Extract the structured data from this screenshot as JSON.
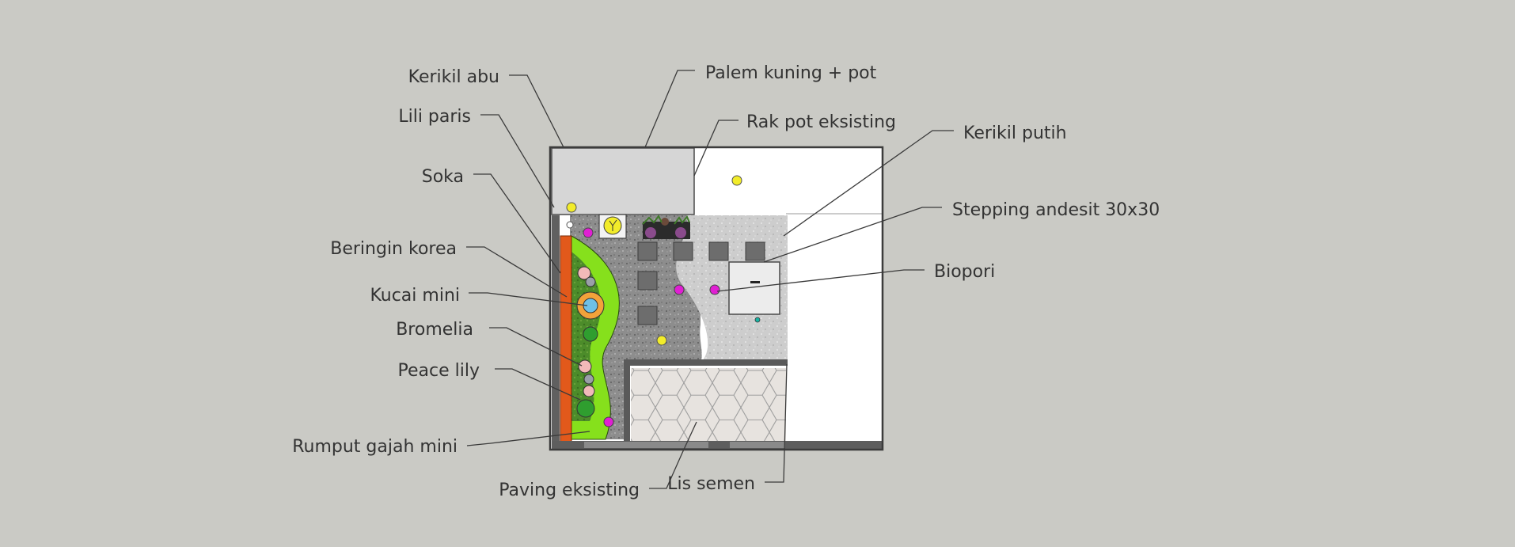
{
  "labels": {
    "kerikil_abu": "Kerikil abu",
    "lili_paris": "Lili paris",
    "soka": "Soka",
    "beringin_korea": "Beringin korea",
    "kucai_mini": "Kucai mini",
    "bromelia": "Bromelia",
    "peace_lily": "Peace lily",
    "rumput_gajah_mini": "Rumput gajah mini",
    "paving_eksisting": "Paving eksisting",
    "lis_semen": "Lis semen",
    "palem_kuning": "Palem kuning + pot",
    "rak_pot": "Rak pot eksisting",
    "kerikil_putih": "Kerikil putih",
    "stepping_andesit": "Stepping andesit 30x30",
    "biopori": "Biopori"
  },
  "colors": {
    "background": "#cacac5",
    "wall": "#5c5c5c",
    "terracotta": "#e2591b",
    "lawn": "#86e01c",
    "lush_grass": "#4f8f2c",
    "gravel_gray": "#8d8d8d",
    "gravel_white": "#cfcfcf",
    "stepping_stone": "#6d6d6d",
    "paving": "#e7e3df",
    "white_area": "#ffffff",
    "concrete": "#d5d5d5",
    "magenta_flower": "#e01fd3",
    "yellow_flower": "#f2ec2a"
  }
}
